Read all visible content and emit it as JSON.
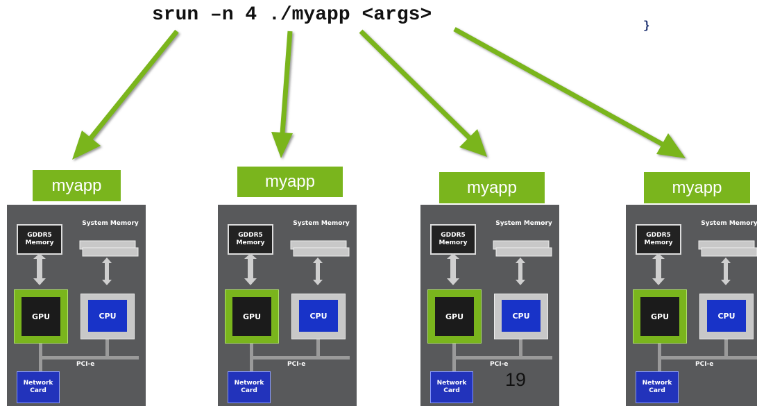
{
  "command": "srun –n 4 ./myapp <args>",
  "brace": "}",
  "slide_number": "19",
  "colors": {
    "accent_green": "#7ab51d",
    "node_bg": "#58595b",
    "cpu_blue": "#1833c8"
  },
  "nodes": [
    {
      "app_label": "myapp",
      "gddr": "GDDR5 Memory",
      "system_memory": "System Memory",
      "gpu": "GPU",
      "cpu": "CPU",
      "pcie": "PCI-e",
      "network": "Network Card"
    },
    {
      "app_label": "myapp",
      "gddr": "GDDR5 Memory",
      "system_memory": "System Memory",
      "gpu": "GPU",
      "cpu": "CPU",
      "pcie": "PCI-e",
      "network": "Network Card"
    },
    {
      "app_label": "myapp",
      "gddr": "GDDR5 Memory",
      "system_memory": "System Memory",
      "gpu": "GPU",
      "cpu": "CPU",
      "pcie": "PCI-e",
      "network": "Network Card"
    },
    {
      "app_label": "myapp",
      "gddr": "GDDR5 Memory",
      "system_memory": "System Memory",
      "gpu": "GPU",
      "cpu": "CPU",
      "pcie": "PCI-e",
      "network": "Network Card"
    }
  ]
}
